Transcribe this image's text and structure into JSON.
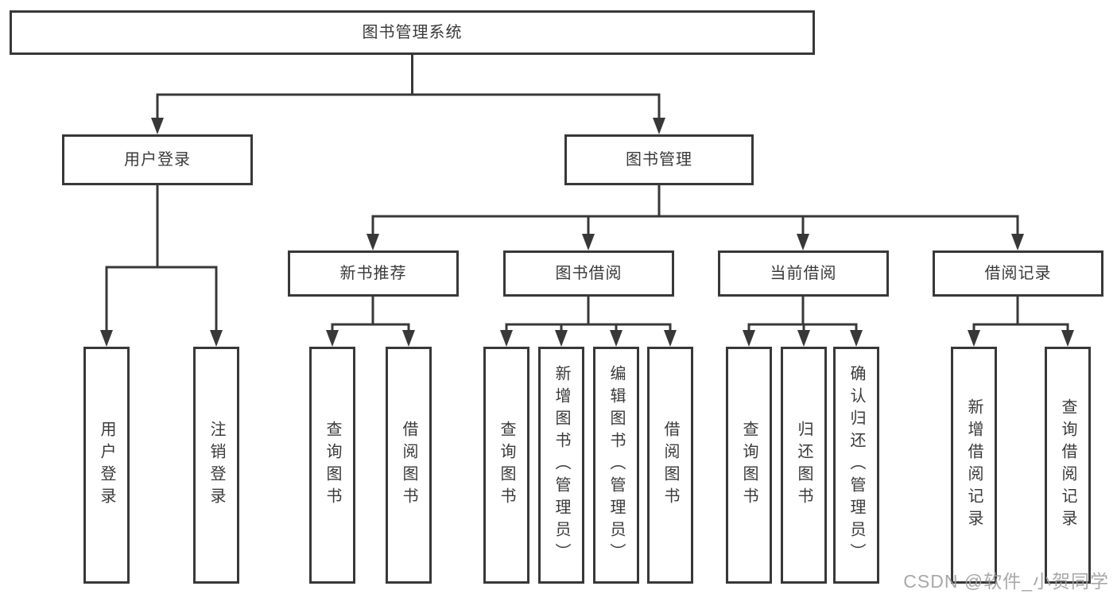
{
  "diagram": {
    "root": {
      "label": "图书管理系统"
    },
    "level2": [
      {
        "label": "用户登录"
      },
      {
        "label": "图书管理"
      }
    ],
    "level3": [
      {
        "label": "新书推荐"
      },
      {
        "label": "图书借阅"
      },
      {
        "label": "当前借阅"
      },
      {
        "label": "借阅记录"
      }
    ],
    "leaves": {
      "user_login": [
        "用户登录",
        "注销登录"
      ],
      "new_book_recommend": [
        "查询图书",
        "借阅图书"
      ],
      "book_borrowing": [
        "查询图书",
        "新增图书（管理员）",
        "编辑图书（管理员）",
        "借阅图书"
      ],
      "current_borrowing": [
        "查询图书",
        "归还图书",
        "确认归还（管理员）"
      ],
      "borrowing_records": [
        "新增借阅记录",
        "查询借阅记录"
      ]
    }
  },
  "watermark": {
    "text": "CSDN @软件_小贺同学"
  },
  "colors": {
    "line": "#383838",
    "text": "#3a3a3a",
    "background": "#ffffff",
    "watermark": "#9e9e9e"
  }
}
